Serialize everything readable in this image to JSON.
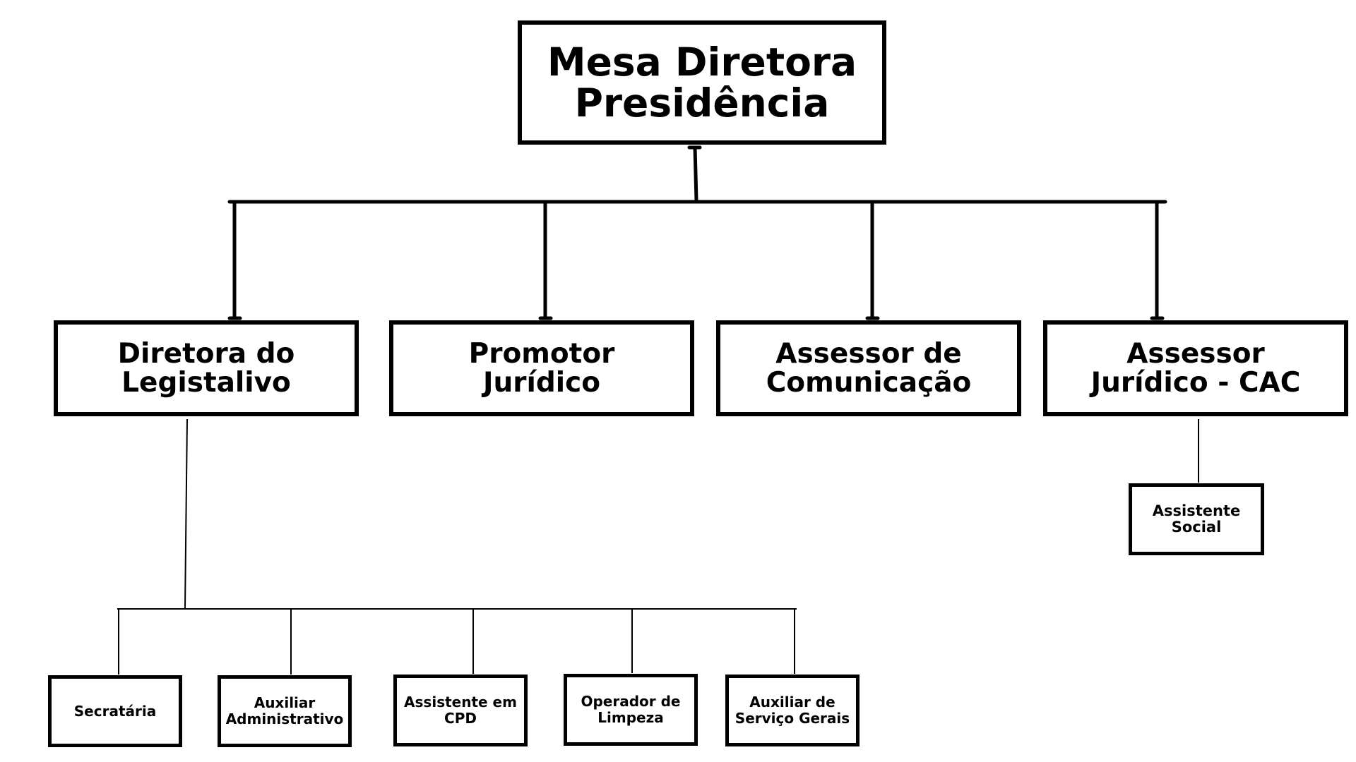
{
  "org_chart": {
    "top": {
      "line1": "Mesa Diretora",
      "line2": "Presidência"
    },
    "level2": {
      "diretora": {
        "line1": "Diretora do",
        "line2": "Legistalivo"
      },
      "promotor": {
        "line1": "Promotor",
        "line2": "Jurídico"
      },
      "assessor_comunicacao": {
        "line1": "Assessor de",
        "line2": "Comunicação"
      },
      "assessor_juridico": {
        "line1": "Assessor",
        "line2": "Jurídico - CAC"
      }
    },
    "level3_legislativo": {
      "secretaria": {
        "line1": "Secratária"
      },
      "auxiliar_administrativo": {
        "line1": "Auxiliar",
        "line2": "Administrativo"
      },
      "assistente_cpd": {
        "line1": "Assistente em",
        "line2": "CPD"
      },
      "operador_limpeza": {
        "line1": "Operador de",
        "line2": "Limpeza"
      },
      "auxiliar_servicos": {
        "line1": "Auxiliar de",
        "line2": "Serviço Gerais"
      }
    },
    "level3_cac": {
      "assistente_social": {
        "line1": "Assistente",
        "line2": "Social"
      }
    }
  }
}
